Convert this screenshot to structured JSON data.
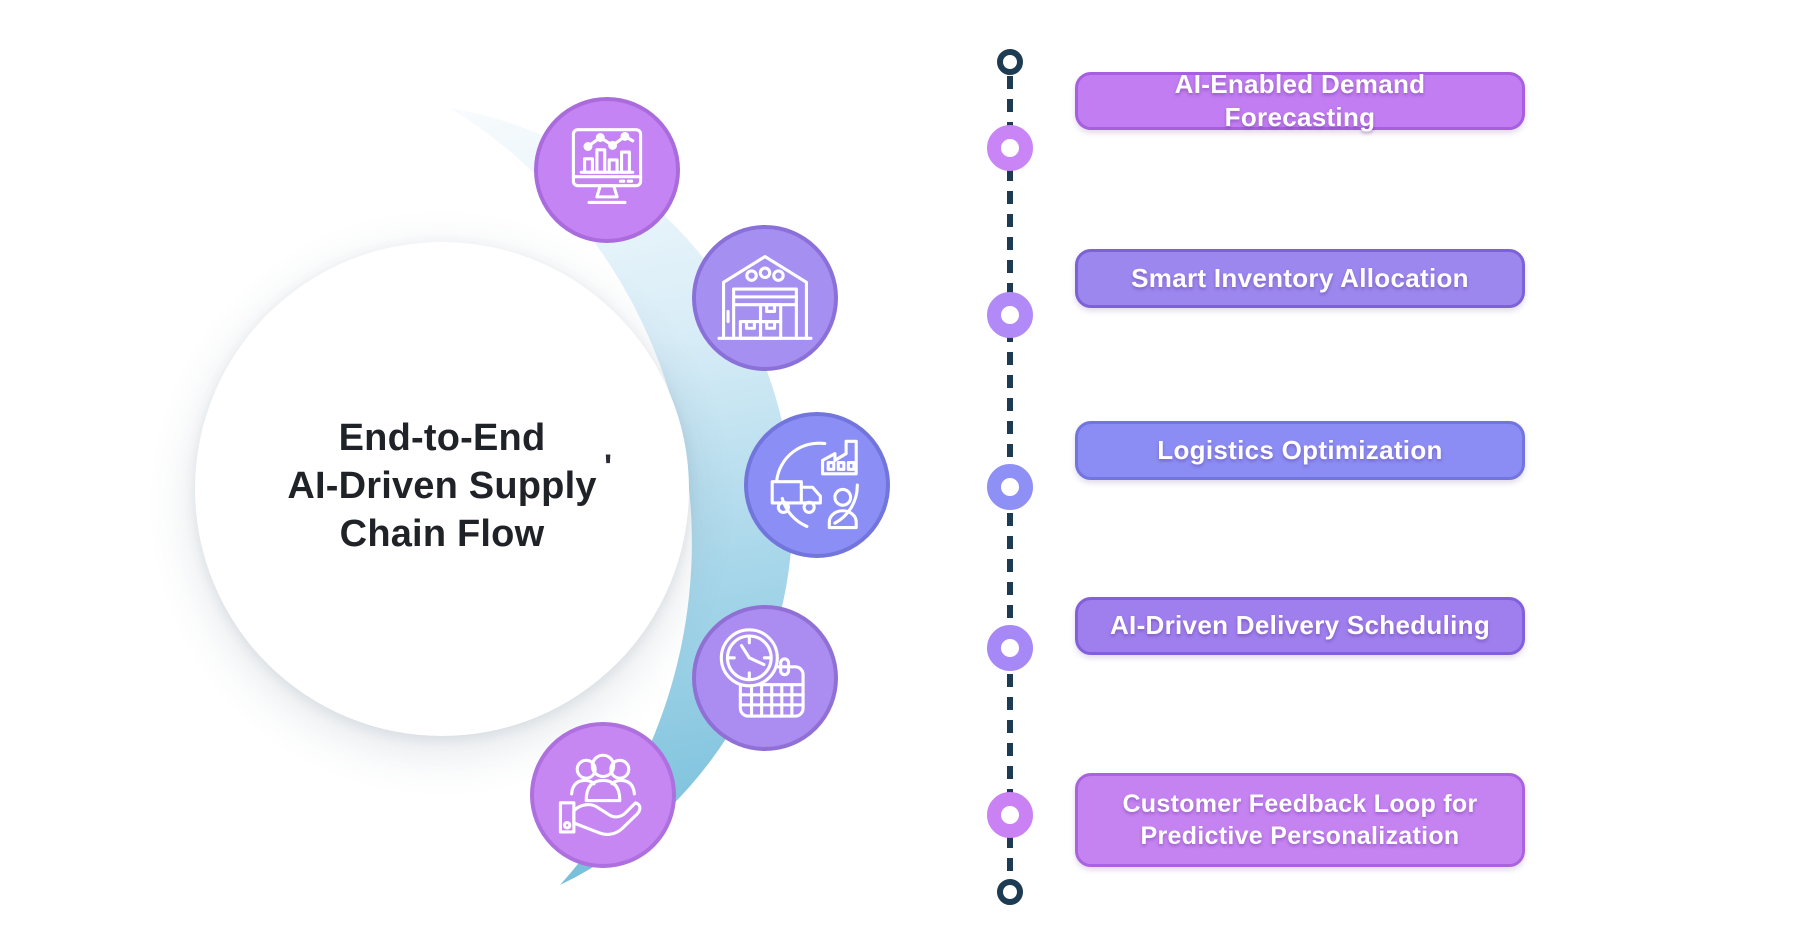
{
  "page": {
    "background": "#ffffff"
  },
  "center": {
    "title_lines": [
      "End-to-End",
      "AI-Driven Supply",
      "Chain Flow"
    ],
    "title_text": "End-to-End AI-Driven Supply Chain Flow",
    "title_color": "#1f2227",
    "stray_mark": "'"
  },
  "arc": {
    "gradient_top": "#f7fbfd",
    "gradient_mid": "#a8d7ea",
    "gradient_bottom": "#72bcd9"
  },
  "icon_badges": [
    {
      "name": "analytics-monitor",
      "fill": "#c584f3",
      "border": "#aa6cdc"
    },
    {
      "name": "warehouse-inventory",
      "fill": "#a590f2",
      "border": "#8a70d8"
    },
    {
      "name": "logistics-cycle",
      "fill": "#8b8ef5",
      "border": "#7276dc"
    },
    {
      "name": "clock-calendar",
      "fill": "#ab8df2",
      "border": "#9070d4"
    },
    {
      "name": "customers-in-hand",
      "fill": "#c687f3",
      "border": "#ad70de"
    }
  ],
  "timeline": {
    "line_color": "#1d3b52",
    "endpoint_color": "#1d3b52",
    "items": [
      {
        "label": "AI-Enabled Demand Forecasting",
        "pill_fill": "#c17df1",
        "pill_border": "#a75fe0",
        "node_color": "#c985f6"
      },
      {
        "label": "Smart Inventory Allocation",
        "pill_fill": "#9b87ee",
        "pill_border": "#7c62d6",
        "node_color": "#b28af7"
      },
      {
        "label": "Logistics Optimization",
        "pill_fill": "#8b8df4",
        "pill_border": "#7175dd",
        "node_color": "#8e90f5"
      },
      {
        "label": "AI-Driven Delivery Scheduling",
        "pill_fill": "#9f7eee",
        "pill_border": "#8160da",
        "node_color": "#a688f7"
      },
      {
        "label": "Customer Feedback Loop for Predictive Personalization",
        "pill_fill": "#c583f2",
        "pill_border": "#aa63de",
        "node_color": "#c981f4"
      }
    ]
  }
}
